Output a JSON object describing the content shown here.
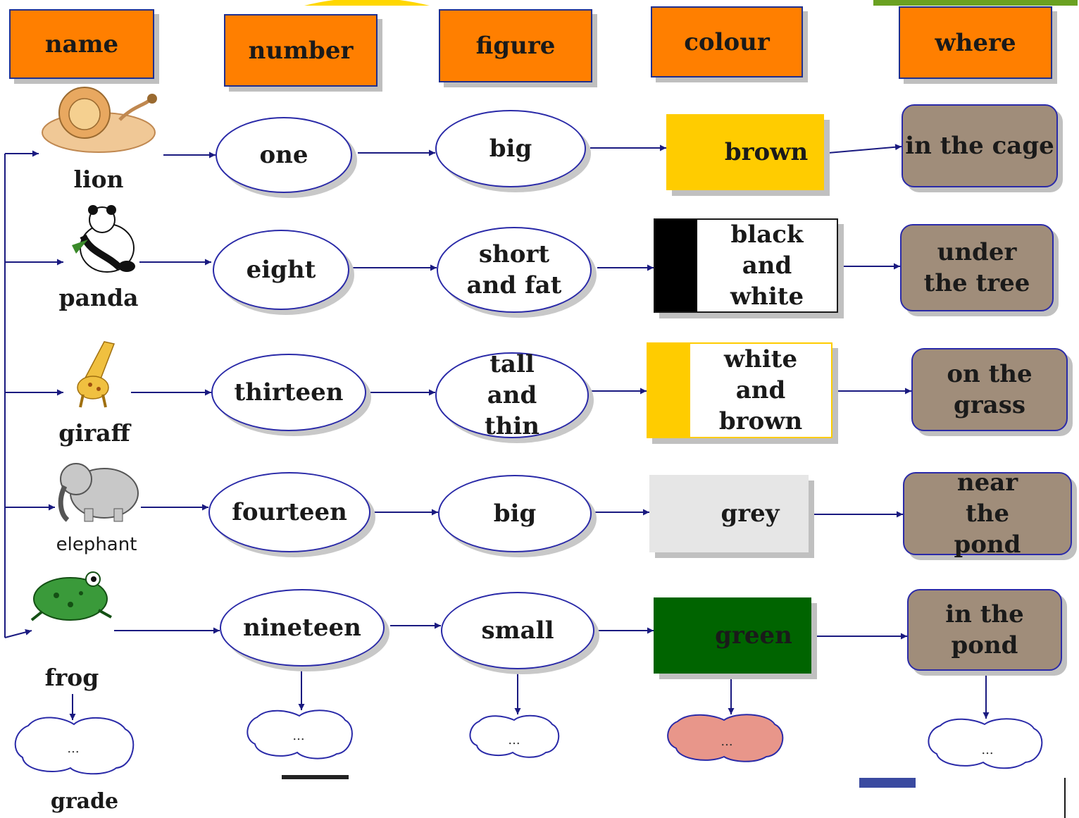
{
  "headers": [
    "name",
    "number",
    "figure",
    "colour",
    "where"
  ],
  "rows": [
    {
      "name": "lion",
      "number": "one",
      "figure": "big",
      "colour": "brown",
      "where": "in the cage"
    },
    {
      "name": "panda",
      "number": "eight",
      "figure": "short and fat",
      "colour": "black and white",
      "where": "under the tree"
    },
    {
      "name": "giraff",
      "number": "thirteen",
      "figure": "tall and thin",
      "colour": "white and brown",
      "where": "on the grass"
    },
    {
      "name": "elephant",
      "number": "fourteen",
      "figure": "big",
      "colour": "grey",
      "where": "near the pond"
    },
    {
      "name": "frog",
      "number": "nineteen",
      "figure": "small",
      "colour": "green",
      "where": "in the pond"
    }
  ],
  "clouds": [
    "...",
    "...",
    "...",
    "...",
    "..."
  ],
  "footer_label": "grade",
  "colors": {
    "header_fill": "#ff7f00",
    "where_fill": "#a08d7a",
    "brown_box": "#ffcc00",
    "black_stripe": "#000000",
    "white_brown_stripe": "#ffcc00",
    "grey_box": "#e6e6e6",
    "green_box": "#006400",
    "pink_cloud": "#e8968a",
    "connector": "#1a1a80"
  }
}
